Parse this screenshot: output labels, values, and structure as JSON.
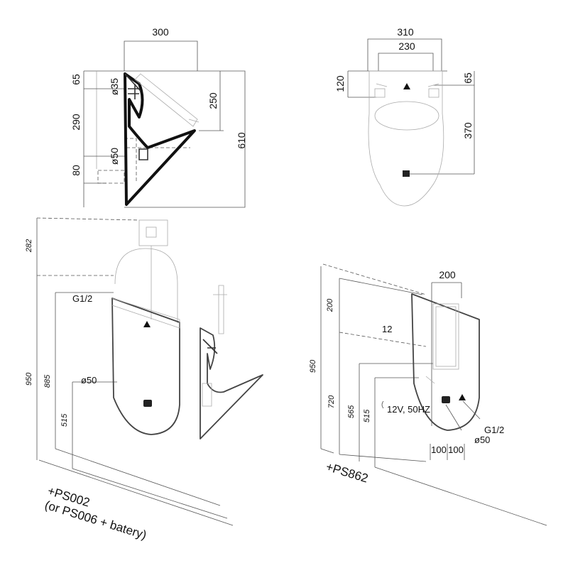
{
  "side_view": {
    "dims": {
      "width": "300",
      "h_top": "65",
      "h_mid": "290",
      "h_bottom": "80",
      "pipe_top": "ø35",
      "pipe_bottom": "ø50",
      "depth": "250",
      "height": "610"
    }
  },
  "front_view": {
    "dims": {
      "outer": "310",
      "inner": "230",
      "left_h": "120",
      "right_top": "65",
      "right_h": "370"
    }
  },
  "iso_left": {
    "dims": {
      "h282": "282",
      "h950": "950",
      "h885": "885",
      "h515": "515",
      "thread": "G1/2",
      "drain": "ø50"
    },
    "caption_line1": "+PS002",
    "caption_line2": "(or PS006 + batery)"
  },
  "iso_right": {
    "dims": {
      "width": "200",
      "h200": "200",
      "gap": "12",
      "h950": "950",
      "h720": "720",
      "h565": "565",
      "h515": "515",
      "power": "12V, 50HZ",
      "thread": "G1/2",
      "drain": "ø50",
      "off1": "100",
      "off2": "100"
    },
    "caption": "+PS862"
  }
}
